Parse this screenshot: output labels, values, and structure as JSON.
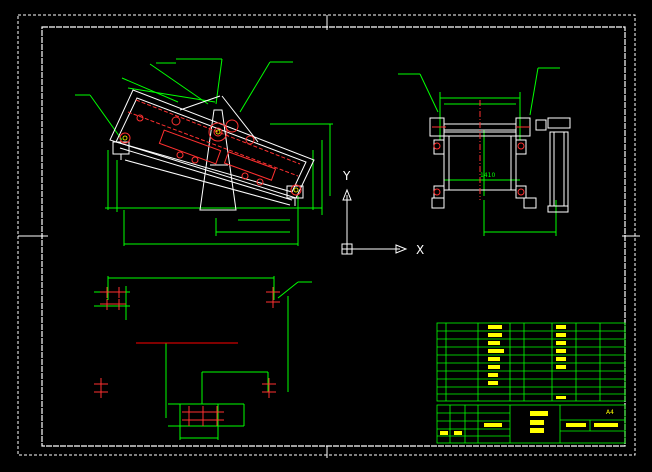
{
  "drawing": {
    "background": "#000000",
    "colors": {
      "frame": "#ffffff",
      "dimension": "#00ff00",
      "outline": "#ffffff",
      "hidden": "#ff3030",
      "centerline": "#ff0000",
      "table": "#00ff00",
      "title_text": "#ffff00",
      "ucs": "#ffffff"
    },
    "ucs": {
      "x_label": "X",
      "y_label": "Y"
    },
    "dimension_texts": [
      "1410"
    ],
    "title_block": {
      "right_tag": "A4"
    },
    "icons": [
      "ucs-icon",
      "center-mark-icon"
    ]
  }
}
